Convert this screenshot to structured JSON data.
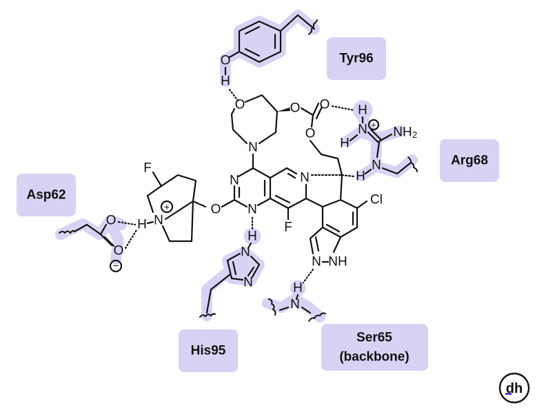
{
  "residues": {
    "tyr": "Tyr96",
    "arg": "Arg68",
    "asp": "Asp62",
    "his": "His95",
    "ser_name": "Ser65",
    "ser_note": "(backbone)"
  },
  "atoms": {
    "o": "O",
    "h": "H",
    "n": "N",
    "f": "F",
    "cl": "Cl",
    "nh": "NH",
    "nh2_main": "NH",
    "nh2_sub": "2",
    "plus": "+",
    "minus": "−"
  },
  "logo": {
    "text": "dh"
  },
  "colors": {
    "highlight": "#d7d3f4",
    "ink": "#111111",
    "logo_accent": "#4b3fd8"
  }
}
